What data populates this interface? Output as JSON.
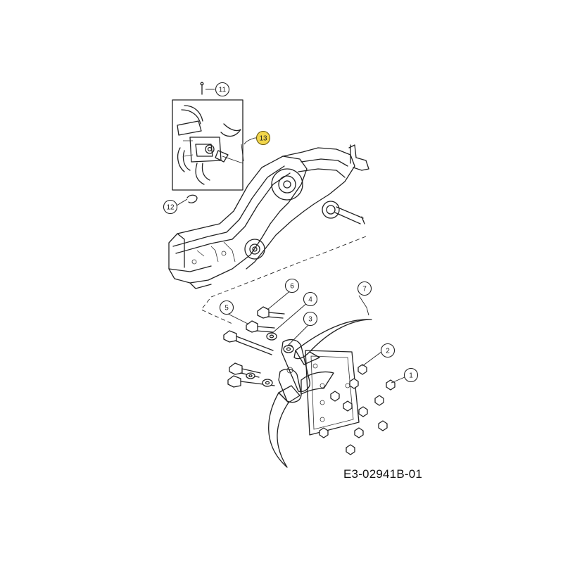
{
  "diagram": {
    "type": "exploded-parts-diagram",
    "drawing_code": "E3-02941B-01",
    "highlight_color": "#f2d64b",
    "callouts": [
      {
        "id": "c1",
        "label": "1"
      },
      {
        "id": "c2",
        "label": "2"
      },
      {
        "id": "c3",
        "label": "3"
      },
      {
        "id": "c4",
        "label": "4"
      },
      {
        "id": "c5",
        "label": "5"
      },
      {
        "id": "c6",
        "label": "6"
      },
      {
        "id": "c7",
        "label": "7"
      },
      {
        "id": "c11",
        "label": "11"
      },
      {
        "id": "c12",
        "label": "12"
      },
      {
        "id": "c13",
        "label": "13",
        "highlighted": true
      }
    ]
  }
}
